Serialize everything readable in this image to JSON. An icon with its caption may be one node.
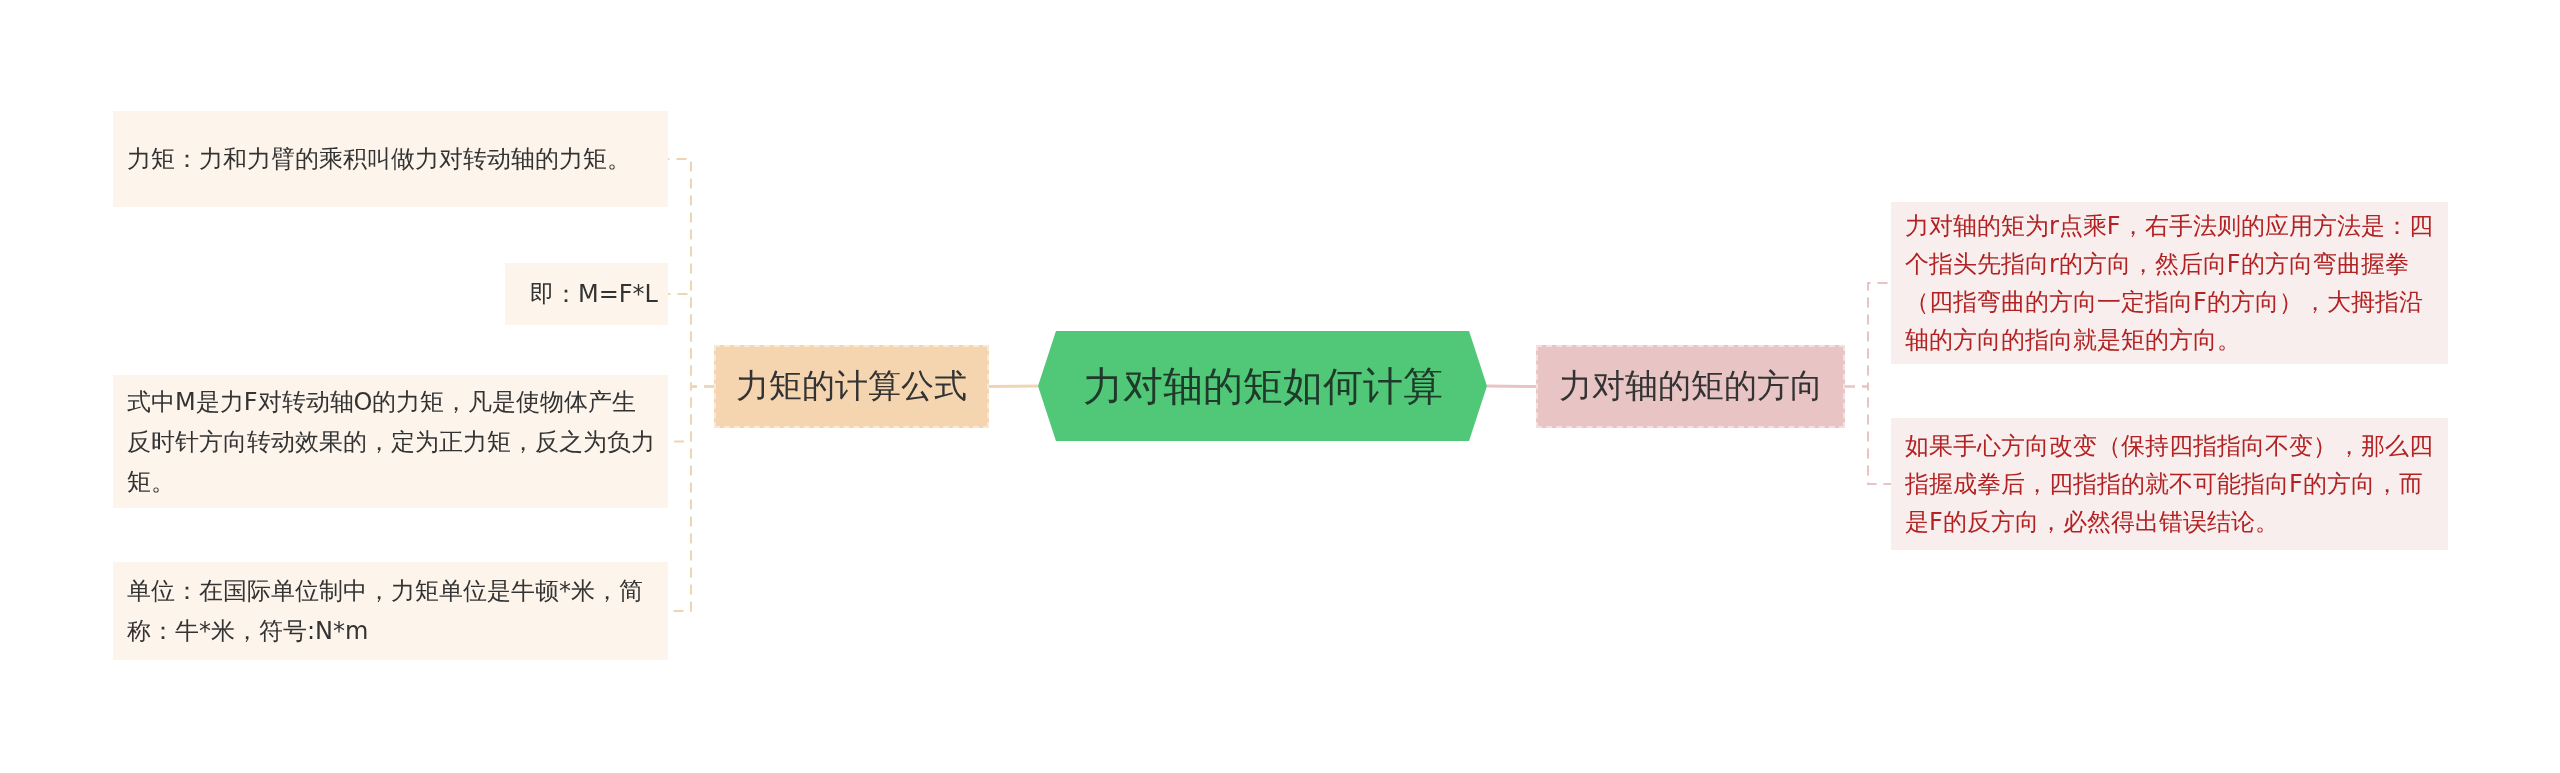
{
  "diagram": {
    "nodes": [
      {
        "text": [
          "力对轴的矩如何计算"
        ]
      },
      {
        "text": [
          "力矩的计算公式"
        ]
      },
      {
        "text": [
          "力矩：力和力臂的乘积叫做力对转动轴的力矩。"
        ]
      },
      {
        "text": [
          "即：M=F*L"
        ]
      },
      {
        "text": [
          "式中M是力F对转动轴O的力矩，凡是使物体产生反时针方向转动效果的，定为正力矩，反之为负力矩。"
        ]
      },
      {
        "text": [
          "单位：在国际单位制中，力矩单位是牛顿*米，简称：牛*米，符号:N*m"
        ]
      },
      {
        "text": [
          "力对轴的矩的方向"
        ]
      },
      {
        "text": [
          "力对轴的矩为r点乘F，右手法则的应用方法是：四个指头先指向r的方向，然后向F的方向弯曲握拳（四指弯曲的方向一定指向F的方向），大拇指沿轴的方向的指向就是矩的方向。"
        ]
      },
      {
        "text": [
          "如果手心方向改变（保持四指指向不变），那么四指握成拳后，四指指的就不可能指向F的方向，而是F的反方向，必然得出错误结论。"
        ]
      }
    ],
    "edges": [
      {
        "from": 0,
        "to": 1,
        "arrow": "none"
      },
      {
        "from": 1,
        "to": 2,
        "arrow": "none",
        "style": "dashed"
      },
      {
        "from": 1,
        "to": 3,
        "arrow": "none",
        "style": "dashed"
      },
      {
        "from": 1,
        "to": 4,
        "arrow": "none",
        "style": "dashed"
      },
      {
        "from": 1,
        "to": 5,
        "arrow": "none",
        "style": "dashed"
      },
      {
        "from": 0,
        "to": 6,
        "arrow": "none",
        "color": "#e8c4c4"
      },
      {
        "from": 6,
        "to": 7,
        "arrow": "none",
        "style": "dashed",
        "color": "#e8c4c4"
      },
      {
        "from": 6,
        "to": 8,
        "arrow": "none",
        "style": "dashed",
        "color": "#e8c4c4"
      }
    ]
  }
}
